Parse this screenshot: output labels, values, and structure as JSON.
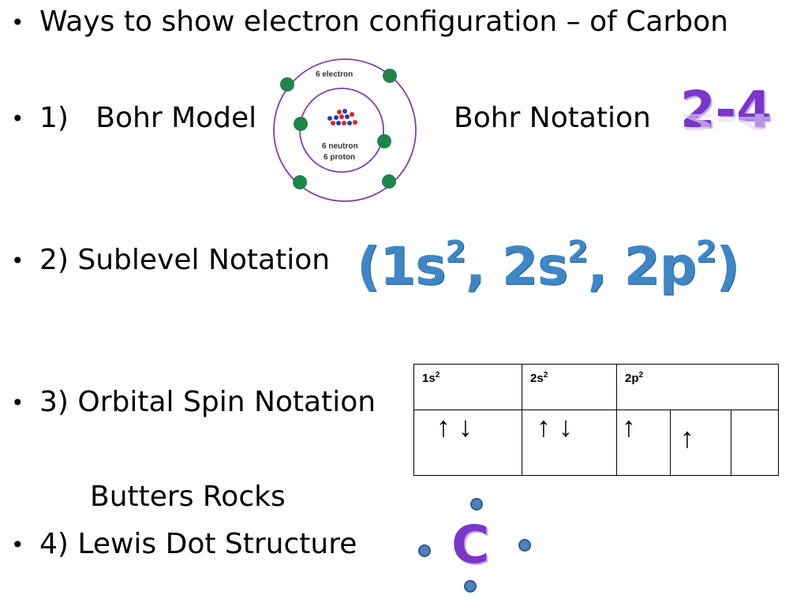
{
  "slide": {
    "line1": "Ways to show electron configuration – of Carbon",
    "item1_label": "1)   Bohr Model",
    "bohr_notation_label": "Bohr Notation",
    "bohr_notation_value": "2-4",
    "item2_label": "2)  Sublevel Notation",
    "sublevel": {
      "open": "(",
      "parts": [
        {
          "base": "1s",
          "sup": "2",
          "sep": ", "
        },
        {
          "base": "2s",
          "sup": "2",
          "sep": ", "
        },
        {
          "base": "2p",
          "sup": "2",
          "sep": ""
        }
      ],
      "close": ")"
    },
    "item3_label": "3) Orbital Spin Notation",
    "extra_label": "Butters Rocks",
    "item4_label": "4) Lewis Dot Structure",
    "lewis_symbol": "C",
    "bullet_char": "•"
  },
  "bohr_model": {
    "electron_label": "6 electron",
    "neutron_label": "6 neutron",
    "proton_label": "6 proton",
    "orbit_color": "#7b3fb5",
    "electron_color": "#1e8449",
    "proton_color": "#d62828",
    "neutron_color": "#1f3fb8"
  },
  "orbital_table": {
    "headers": [
      {
        "base": "1s",
        "sup": "2"
      },
      {
        "base": "2s",
        "sup": "2"
      },
      {
        "base": "2p",
        "sup": "2"
      }
    ],
    "cells": [
      "↑ ↓",
      "↑ ↓",
      "↑",
      "↑",
      ""
    ]
  },
  "colors": {
    "purple": "#7a35c9",
    "blue": "#3f86c6",
    "dot_blue": "#4f81bd"
  }
}
